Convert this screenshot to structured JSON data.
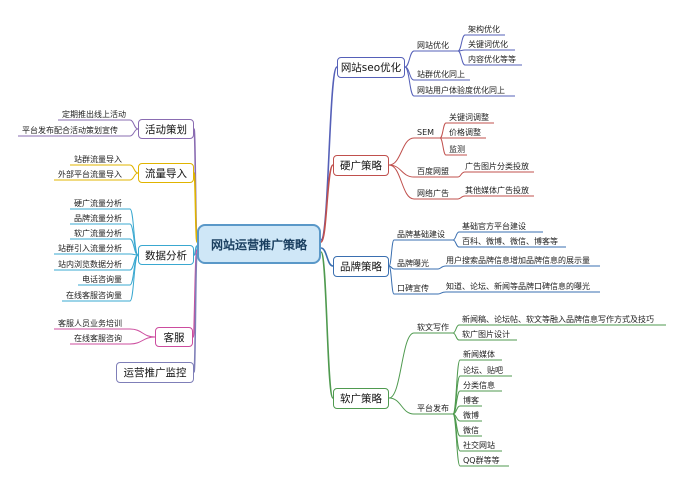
{
  "colors": {
    "seo": "#5560b8",
    "hard": "#c0504d",
    "brand": "#3a6fb0",
    "soft": "#4f9a4f",
    "activity": "#8a6cb2",
    "traffic": "#e0b400",
    "analysis": "#3aa8d0",
    "service": "#cc4c9e",
    "monitor": "#7f7fb8",
    "centerFill": "#cfe7f7",
    "centerBorder": "#5a98c8"
  },
  "center": "网站运营推广策略",
  "branches": {
    "seo": {
      "label": "网站seo优化",
      "sub": [
        "网站优化",
        "站群优化同上",
        "网站用户体验度优化同上"
      ],
      "leaf": [
        "架构优化",
        "关键词优化",
        "内容优化等等"
      ]
    },
    "hard": {
      "label": "硬广策略",
      "sub": [
        "SEM",
        "百度网盟",
        "网络广告"
      ],
      "sem": [
        "关键词调整",
        "价格调整",
        "监测"
      ],
      "netunion": "广告图片分类投放",
      "netad": "其他媒体广告投放"
    },
    "brand": {
      "label": "品牌策略",
      "sub": [
        "品牌基础建设",
        "品牌曝光",
        "口碑宣传"
      ],
      "base": [
        "基础官方平台建设",
        "百科、微博、微信、博客等"
      ],
      "expose": "用户搜索品牌信息增加品牌信息的展示量",
      "wom": "知道、论坛、新闻等品牌口碑信息的曝光"
    },
    "soft": {
      "label": "软广策略",
      "sub": [
        "软文写作",
        "平台发布"
      ],
      "writing": [
        "新闻稿、论坛帖、软文等融入品牌信息写作方式及技巧",
        "软广图片设计"
      ],
      "platforms": [
        "新闻媒体",
        "论坛、贴吧",
        "分类信息",
        "博客",
        "微博",
        "微信",
        "社交网站",
        "QQ群等等"
      ]
    },
    "activity": {
      "label": "活动策划",
      "leaf": [
        "定期推出线上活动",
        "平台发布配合活动策划宣传"
      ]
    },
    "traffic": {
      "label": "流量导入",
      "leaf": [
        "站群流量导入",
        "外部平台流量导入"
      ]
    },
    "analysis": {
      "label": "数据分析",
      "leaf": [
        "硬广流量分析",
        "品牌流量分析",
        "软广流量分析",
        "站群引入流量分析",
        "站内浏览数据分析",
        "电话咨询量",
        "在线客服咨询量"
      ]
    },
    "service": {
      "label": "客服",
      "leaf": [
        "客服人员业务培训",
        "在线客服咨询"
      ]
    },
    "monitor": {
      "label": "运营推广监控"
    }
  }
}
